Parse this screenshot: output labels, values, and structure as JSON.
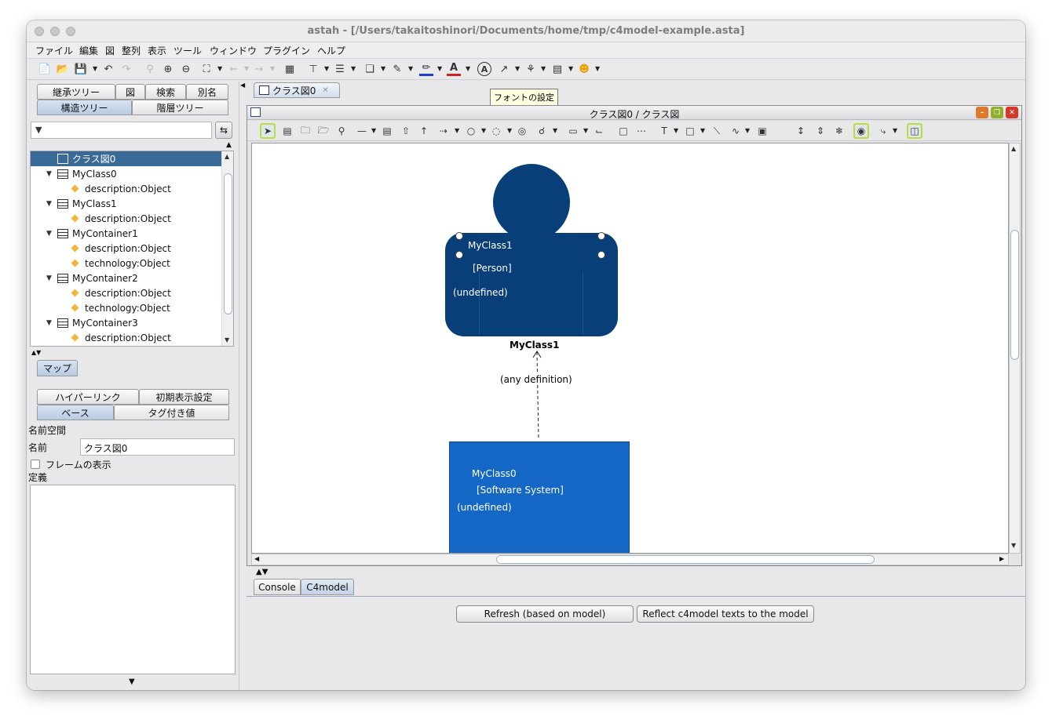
{
  "window": {
    "title": "astah - [/Users/takaitoshinori/Documents/home/tmp/c4model-example.asta]"
  },
  "menu": [
    "ファイル",
    "編集",
    "図",
    "整列",
    "表示",
    "ツール",
    "ウィンドウ",
    "プラグイン",
    "ヘルプ"
  ],
  "tooltip": "フォントの設定",
  "left_panel": {
    "tabs_row1": [
      "継承ツリー",
      "図",
      "検索",
      "別名"
    ],
    "tabs_row2": [
      "構造ツリー",
      "階層ツリー"
    ],
    "filter_placeholder": "",
    "tree": [
      {
        "label": "クラス図0",
        "kind": "diagram",
        "level": 0,
        "selected": true
      },
      {
        "label": "MyClass0",
        "kind": "class",
        "level": 1
      },
      {
        "label": "description:Object",
        "kind": "attr",
        "level": 2
      },
      {
        "label": "MyClass1",
        "kind": "class",
        "level": 1
      },
      {
        "label": "description:Object",
        "kind": "attr",
        "level": 2
      },
      {
        "label": "MyContainer1",
        "kind": "class",
        "level": 1
      },
      {
        "label": "description:Object",
        "kind": "attr",
        "level": 2
      },
      {
        "label": "technology:Object",
        "kind": "attr",
        "level": 2
      },
      {
        "label": "MyContainer2",
        "kind": "class",
        "level": 1
      },
      {
        "label": "description:Object",
        "kind": "attr",
        "level": 2
      },
      {
        "label": "technology:Object",
        "kind": "attr",
        "level": 2
      },
      {
        "label": "MyContainer3",
        "kind": "class",
        "level": 1
      },
      {
        "label": "description:Object",
        "kind": "attr",
        "level": 2
      }
    ],
    "map_tab": "マップ",
    "prop_tabs_row1": [
      "ハイパーリンク",
      "初期表示設定"
    ],
    "prop_tabs_row2": [
      "ベース",
      "タグ付き値"
    ],
    "namespace_label": "名前空間",
    "name_label": "名前",
    "name_value": "クラス図0",
    "frame_checkbox_label": "フレームの表示",
    "frame_checked": false,
    "definition_label": "定義"
  },
  "doc_tab": "クラス図0",
  "diagram_window_title": "クラス図0 / クラス図",
  "diagram": {
    "person": {
      "name": "MyClass1",
      "stereotype": "[Person]",
      "desc": "(undefined)",
      "caption": "MyClass1",
      "color": "#083f78"
    },
    "relation_label": "(any definition)",
    "system": {
      "name": "MyClass0",
      "stereotype": "[Software System]",
      "desc": "(undefined)",
      "color": "#1467c5"
    }
  },
  "bottom_tabs": [
    "Console",
    "C4model"
  ],
  "buttons": {
    "refresh": "Refresh (based on model)",
    "reflect": "Reflect c4model texts to the model"
  }
}
